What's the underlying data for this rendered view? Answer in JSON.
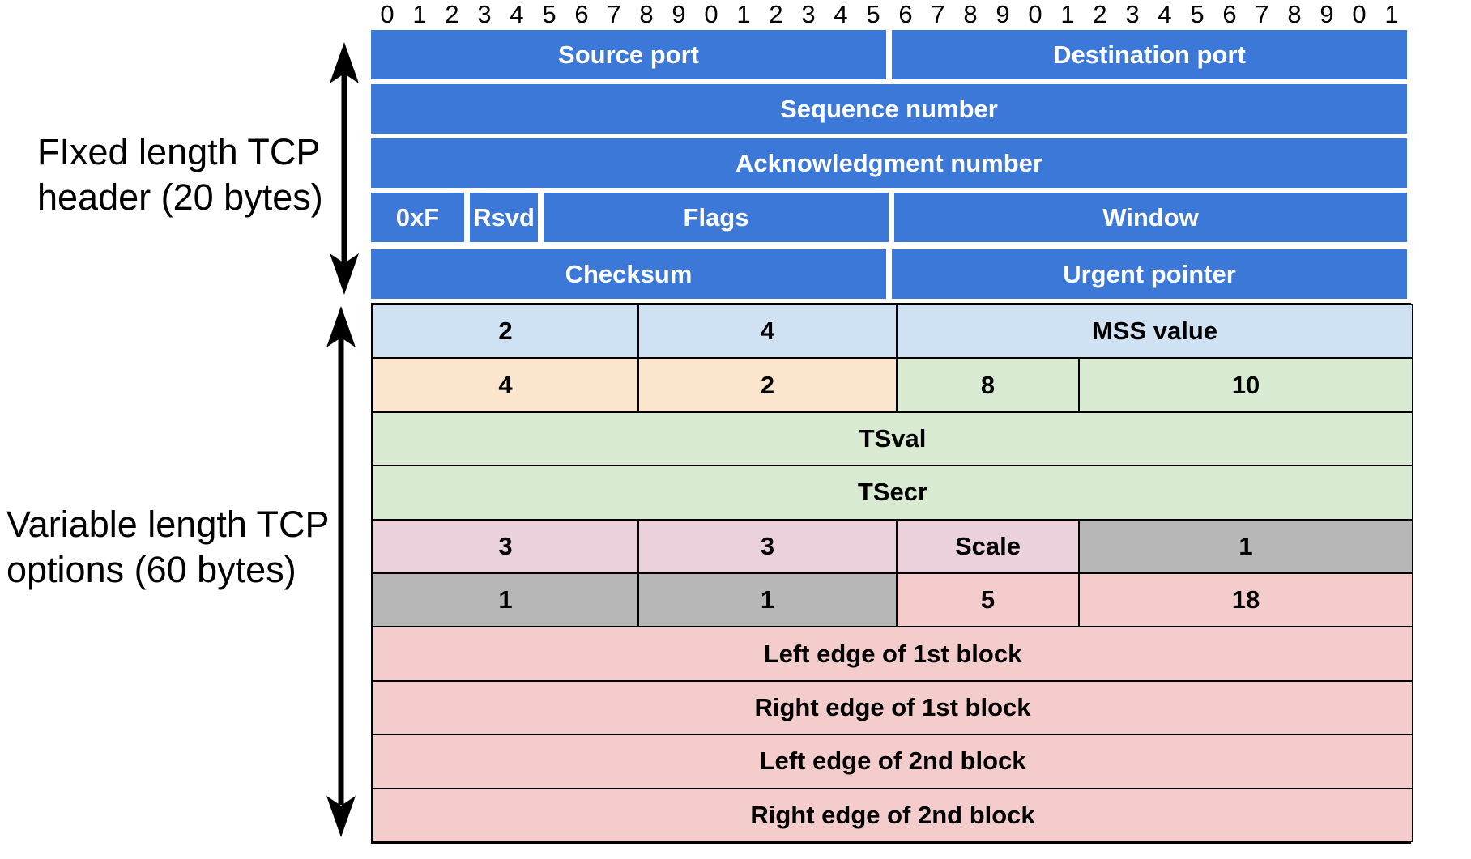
{
  "labels": {
    "fixed_header": "FIxed length TCP\nheader (20 bytes)",
    "variable_options": "Variable length TCP\noptions (60 bytes)"
  },
  "bit_numbers": [
    "0",
    "1",
    "2",
    "3",
    "4",
    "5",
    "6",
    "7",
    "8",
    "9",
    "0",
    "1",
    "2",
    "3",
    "4",
    "5",
    "6",
    "7",
    "8",
    "9",
    "0",
    "1",
    "2",
    "3",
    "4",
    "5",
    "6",
    "7",
    "8",
    "9",
    "0",
    "1"
  ],
  "colors": {
    "header_blue": "#3c78d8",
    "light_blue": "#cfe2f3",
    "orange": "#fce5cd",
    "green": "#d9ead3",
    "pink": "#ead1dc",
    "gray": "#b7b7b7",
    "red": "#f4cccc",
    "border_black": "#000000",
    "arrow_black": "#000000"
  },
  "fixed_header_rows": {
    "row1": {
      "source_port": "Source port",
      "destination_port": "Destination port"
    },
    "row2": {
      "sequence_number": "Sequence number"
    },
    "row3": {
      "ack_number": "Acknowledgment number"
    },
    "row4": {
      "data_offset": "0xF",
      "reserved": "Rsvd",
      "flags": "Flags",
      "window": "Window"
    },
    "row5": {
      "checksum": "Checksum",
      "urgent_pointer": "Urgent pointer"
    }
  },
  "options_rows": {
    "row1": {
      "c1": "2",
      "c2": "4",
      "c3": "MSS value"
    },
    "row2": {
      "c1": "4",
      "c2": "2",
      "c3": "8",
      "c4": "10"
    },
    "row3": {
      "c1": "TSval"
    },
    "row4": {
      "c1": "TSecr"
    },
    "row5": {
      "c1": "3",
      "c2": "3",
      "c3": "Scale",
      "c4": "1"
    },
    "row6": {
      "c1": "1",
      "c2": "1",
      "c3": "5",
      "c4": "18"
    },
    "row7": {
      "c1": "Left edge of 1st block"
    },
    "row8": {
      "c1": "Right edge of 1st block"
    },
    "row9": {
      "c1": "Left edge of 2nd block"
    },
    "row10": {
      "c1": "Right edge of 2nd block"
    }
  }
}
